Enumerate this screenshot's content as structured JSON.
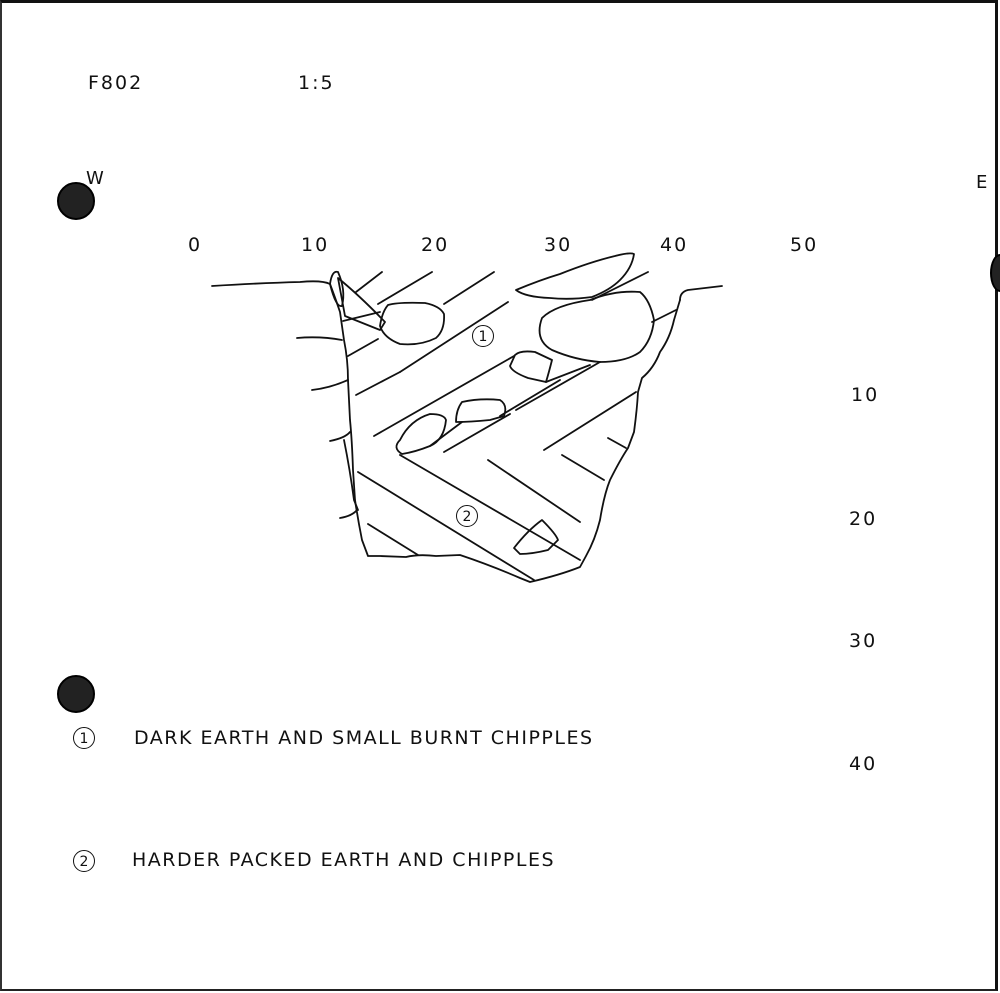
{
  "header": {
    "feature_id": "F802",
    "scale": "1:5"
  },
  "orientation": {
    "west_label": "W",
    "east_label": "E"
  },
  "axes": {
    "horizontal_ticks": [
      "0",
      "10",
      "20",
      "30",
      "40",
      "50"
    ],
    "vertical_ticks": [
      "10",
      "20",
      "30",
      "40"
    ]
  },
  "section": {
    "layer_markers": [
      "1",
      "2"
    ]
  },
  "legend": {
    "items": [
      {
        "number": "1",
        "description": "DARK EARTH AND SMALL BURNT CHIPPLES"
      },
      {
        "number": "2",
        "description": "HARDER PACKED EARTH AND CHIPPLES"
      }
    ]
  },
  "colors": {
    "ink": "#111111",
    "paper": "#ffffff",
    "punch_hole": "#222222"
  }
}
